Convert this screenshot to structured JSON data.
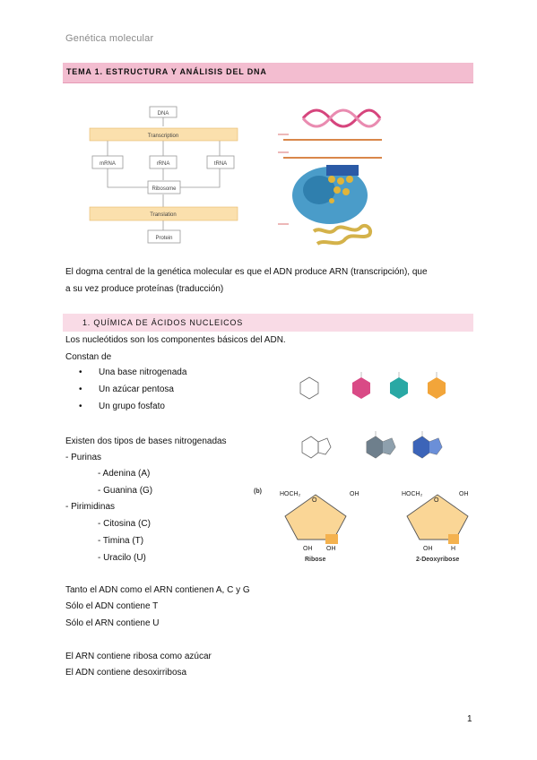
{
  "header": {
    "title": "Genética molecular"
  },
  "topic": {
    "title": "TEMA 1. ESTRUCTURA Y ANÁLISIS DEL DNA"
  },
  "flowchart": {
    "dna": "DNA",
    "transcription": "Transcription",
    "mrna": "mRNA",
    "rrna": "rRNA",
    "trna": "tRNA",
    "ribosome": "Ribosome",
    "translation": "Translation",
    "protein": "Protein"
  },
  "dogma": {
    "line1": "El dogma central de la genética molecular es que el ADN produce ARN (transcripción), que",
    "line2": "a su vez produce proteínas (traducción)"
  },
  "section1": {
    "title": "1.    QUÍMICA DE ÁCIDOS NUCLEICOS"
  },
  "nucleotides": {
    "intro": "Los nucleótidos son los componentes básicos del ADN.",
    "constan": "Constan de"
  },
  "components": [
    "Una base nitrogenada",
    "Un azúcar pentosa",
    "Un grupo fosfato"
  ],
  "bases": {
    "intro": "Existen dos tipos de bases nitrogenadas",
    "purinas": "- Purinas",
    "adenina": "- Adenina (A)",
    "guanina": "- Guanina (G)",
    "pirimidinas": "- Pirimidinas",
    "citosina": "- Citosina (C)",
    "timina": "- Timina (T)",
    "uracilo": "- Uracilo (U)"
  },
  "facts": [
    "Tanto el ADN como el ARN contienen A, C y G",
    "Sólo el ADN contiene T",
    "Sólo el ARN contiene U"
  ],
  "sugars": [
    "El ARN contiene ribosa como azúcar",
    "El ADN contiene desoxirribosa"
  ],
  "figure_b": {
    "label": "(b)",
    "ribose": "Ribose",
    "deoxyribose": "2-Deoxyribose",
    "hoch2": "HOCH₂",
    "oh": "OH",
    "o": "O",
    "h": "H"
  },
  "page": {
    "number": "1"
  }
}
